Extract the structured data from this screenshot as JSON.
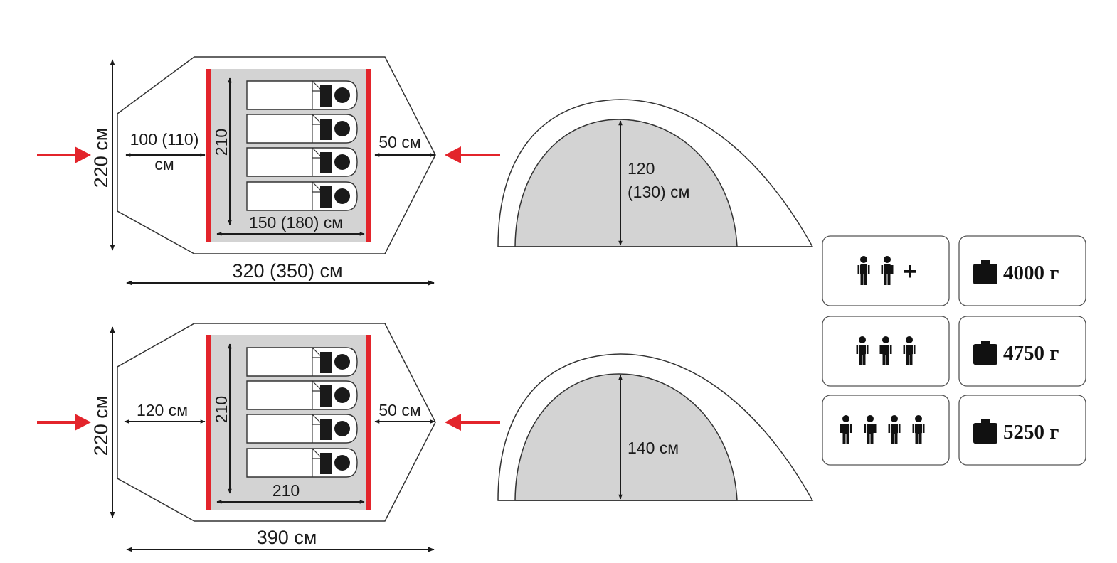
{
  "colors": {
    "accent_red": "#e3242b",
    "floor_gray": "#d3d3d3",
    "outline": "#333333"
  },
  "plans": [
    {
      "width_label": "220 см",
      "vestibule_label_line1": "100 (110)",
      "vestibule_label_line2": "см",
      "inner_height_label": "210",
      "inner_width_label": "150 (180) см",
      "apse_label": "50 см",
      "total_length_label": "320 (350) см",
      "sleeping_bags": 4
    },
    {
      "width_label": "220 см",
      "vestibule_label_line1": "120 см",
      "inner_height_label": "210",
      "inner_width_label": "210",
      "apse_label": "50 см",
      "total_length_label": "390 см",
      "sleeping_bags": 4
    }
  ],
  "profiles": [
    {
      "height_line1": "120",
      "height_line2": "(130) см"
    },
    {
      "height_line1": "140 см"
    }
  ],
  "specs": [
    {
      "persons": 2,
      "plus": "+",
      "weight": "4000 г"
    },
    {
      "persons": 3,
      "plus": "",
      "weight": "4750 г"
    },
    {
      "persons": 4,
      "plus": "",
      "weight": "5250 г"
    }
  ]
}
